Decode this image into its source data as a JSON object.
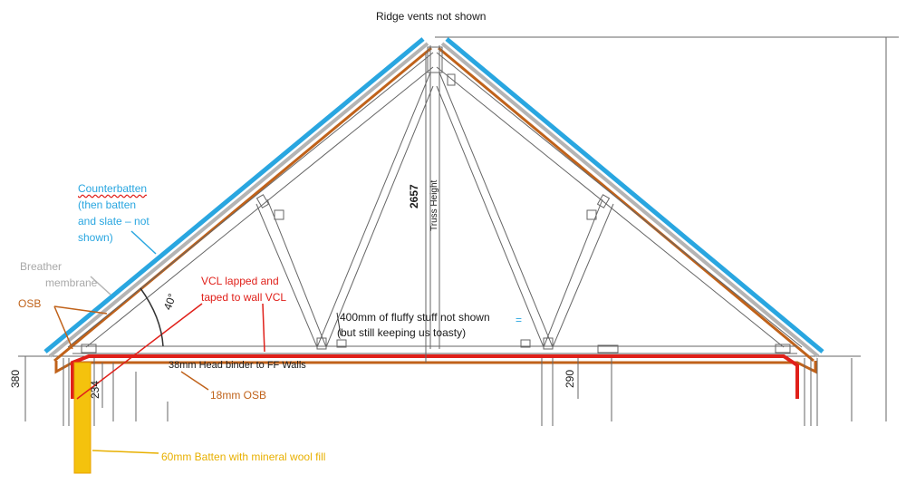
{
  "labels": {
    "ridge_note": "Ridge vents not shown",
    "counterbatten_title": "Counterbatten",
    "counterbatten_line2": "(then batten",
    "counterbatten_line3": "and slate – not",
    "counterbatten_line4": "shown)",
    "breather_line1": "Breather",
    "breather_line2": "membrane",
    "osb": "OSB",
    "vcl_line1": "VCL lapped and",
    "vcl_line2": "taped to wall VCL",
    "pitch": "40°",
    "fluffy_line1": "400mm of fluffy stuff not shown",
    "fluffy_line2": "(but still keeping us toasty)",
    "equals_mark": "=",
    "head_binder": "38mm Head binder to FF Walls",
    "osb_18": "18mm OSB",
    "batten_60": "60mm Batten with mineral wool fill",
    "truss_height_label": "Truss Height",
    "truss_height_value": "2657",
    "dim_380": "380",
    "dim_234": "234",
    "dim_290": "290"
  },
  "colors": {
    "counterbatten": "#29a6e0",
    "breather": "#b4b4b4",
    "osb": "#c0621a",
    "vcl": "#e0201a",
    "batten": "#e8b000",
    "lines": "#555555"
  }
}
